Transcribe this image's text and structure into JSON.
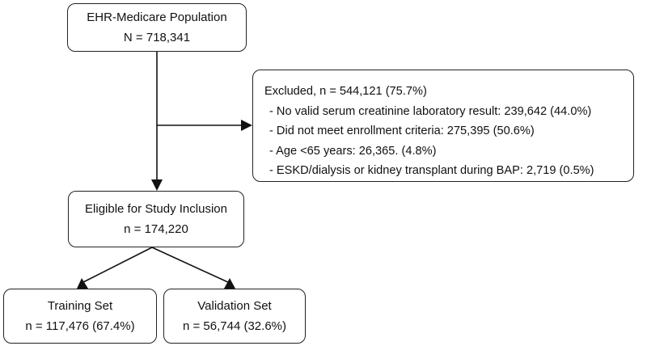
{
  "boxes": {
    "population": {
      "title": "EHR-Medicare Population",
      "count": "N = 718,341"
    },
    "excluded": {
      "title": "Excluded, n = 544,121 (75.7%)",
      "items": [
        "- No valid serum creatinine laboratory result: 239,642 (44.0%)",
        "- Did not meet enrollment criteria: 275,395 (50.6%)",
        "- Age <65 years: 26,365. (4.8%)",
        "- ESKD/dialysis or kidney transplant during BAP: 2,719 (0.5%)"
      ]
    },
    "eligible": {
      "title": "Eligible for Study Inclusion",
      "count": "n = 174,220"
    },
    "training": {
      "title": "Training Set",
      "count": "n = 117,476 (67.4%)"
    },
    "validation": {
      "title": "Validation Set",
      "count": "n = 56,744 (32.6%)"
    }
  },
  "colors": {
    "line": "#111111",
    "border": "#222222"
  }
}
